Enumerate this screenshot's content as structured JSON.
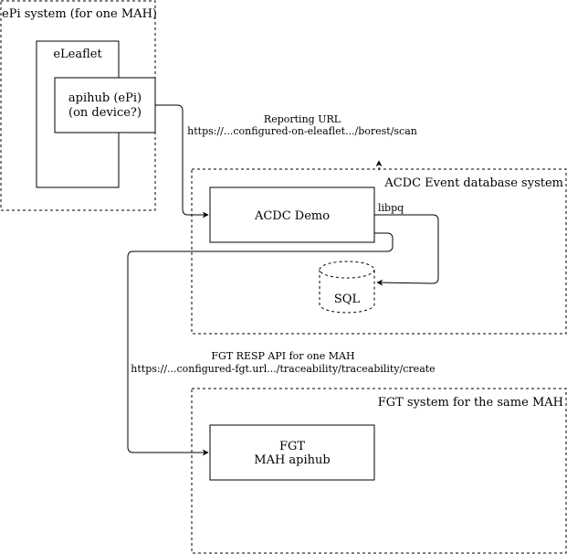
{
  "diagram": {
    "groups": {
      "epi_system": "ePi system (for one MAH)",
      "acdc_system": "ACDC Event database system",
      "fgt_system": "FGT system for the same MAH"
    },
    "nodes": {
      "eleaflet": "eLeaflet",
      "apihub_line1": "apihub (ePi)",
      "apihub_line2": "(on device?)",
      "acdc_demo": "ACDC Demo",
      "sql": "SQL",
      "fgt_line1": "FGT",
      "fgt_line2": "MAH apihub"
    },
    "edges": {
      "reporting_title": "Reporting URL",
      "reporting_url": "https://...configured-on-eleaflet.../borest/scan",
      "libpq": "libpq",
      "fgt_api_title": "FGT RESP API for one MAH",
      "fgt_api_url": "https://...configured-fgt.url.../traceability/traceability/create"
    }
  }
}
